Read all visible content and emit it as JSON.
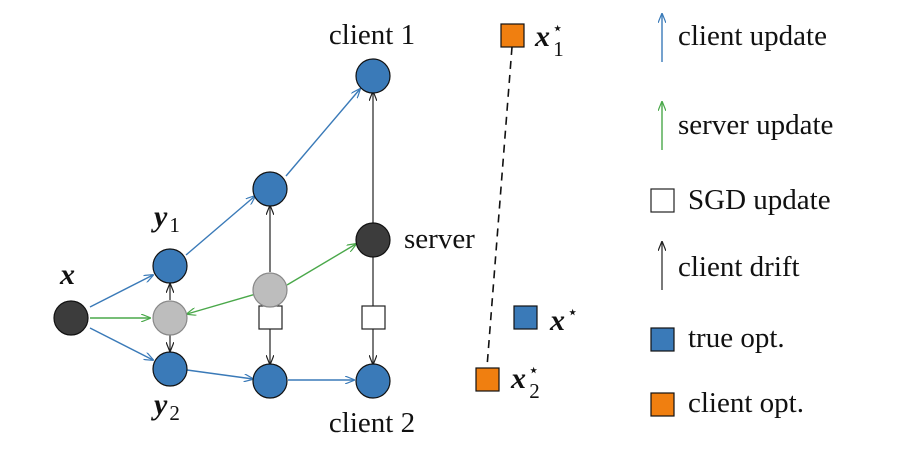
{
  "colors": {
    "client_update": "#3a7ab8",
    "server_update": "#4aa84a",
    "client_drift": "#222222",
    "true_opt": "#3a7ab8",
    "client_opt": "#f07f10",
    "point_x": "#3c3c3c",
    "point_y_avg": "#bdbdbd",
    "server_point": "#3c3c3c"
  },
  "labels": {
    "client1": "client 1",
    "client2": "client 2",
    "server": "server",
    "x": "x",
    "y1_main": "y",
    "y1_sub": "1",
    "y2_main": "y",
    "y2_sub": "2",
    "xstar_main": "x",
    "xstar_sup": "⋆",
    "x1star_main": "x",
    "x1star_sup": "⋆",
    "x1star_sub": "1",
    "x2star_main": "x",
    "x2star_sup": "⋆",
    "x2star_sub": "2"
  },
  "legend": {
    "client_update": "client update",
    "server_update": "server update",
    "sgd_update": "SGD update",
    "client_drift": "client drift",
    "true_opt": "true opt.",
    "client_opt": "client opt."
  }
}
